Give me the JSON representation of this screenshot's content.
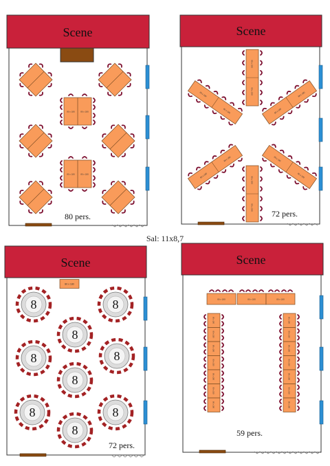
{
  "caption": "Sal: 11x8,7",
  "colors": {
    "stage": "#c9213a",
    "table": "#f99b5a",
    "table_stroke": "#7a4a22",
    "chair": "#7d1030",
    "round_chair": "#a32224",
    "window": "#2c8fd4",
    "door": "#8a4b12"
  },
  "layouts": [
    {
      "stage_label": "Scene",
      "capacity_label": "80 pers.",
      "table_label": "80 x 180"
    },
    {
      "stage_label": "Scene",
      "capacity_label": "72 pers.",
      "table_label": "80 x 180"
    },
    {
      "stage_label": "Scene",
      "capacity_label": "72 pers.",
      "table_label": "80 x 180",
      "round_table_label": "8"
    },
    {
      "stage_label": "Scene",
      "capacity_label": "59 pers.",
      "table_label": "80 x 180"
    }
  ]
}
